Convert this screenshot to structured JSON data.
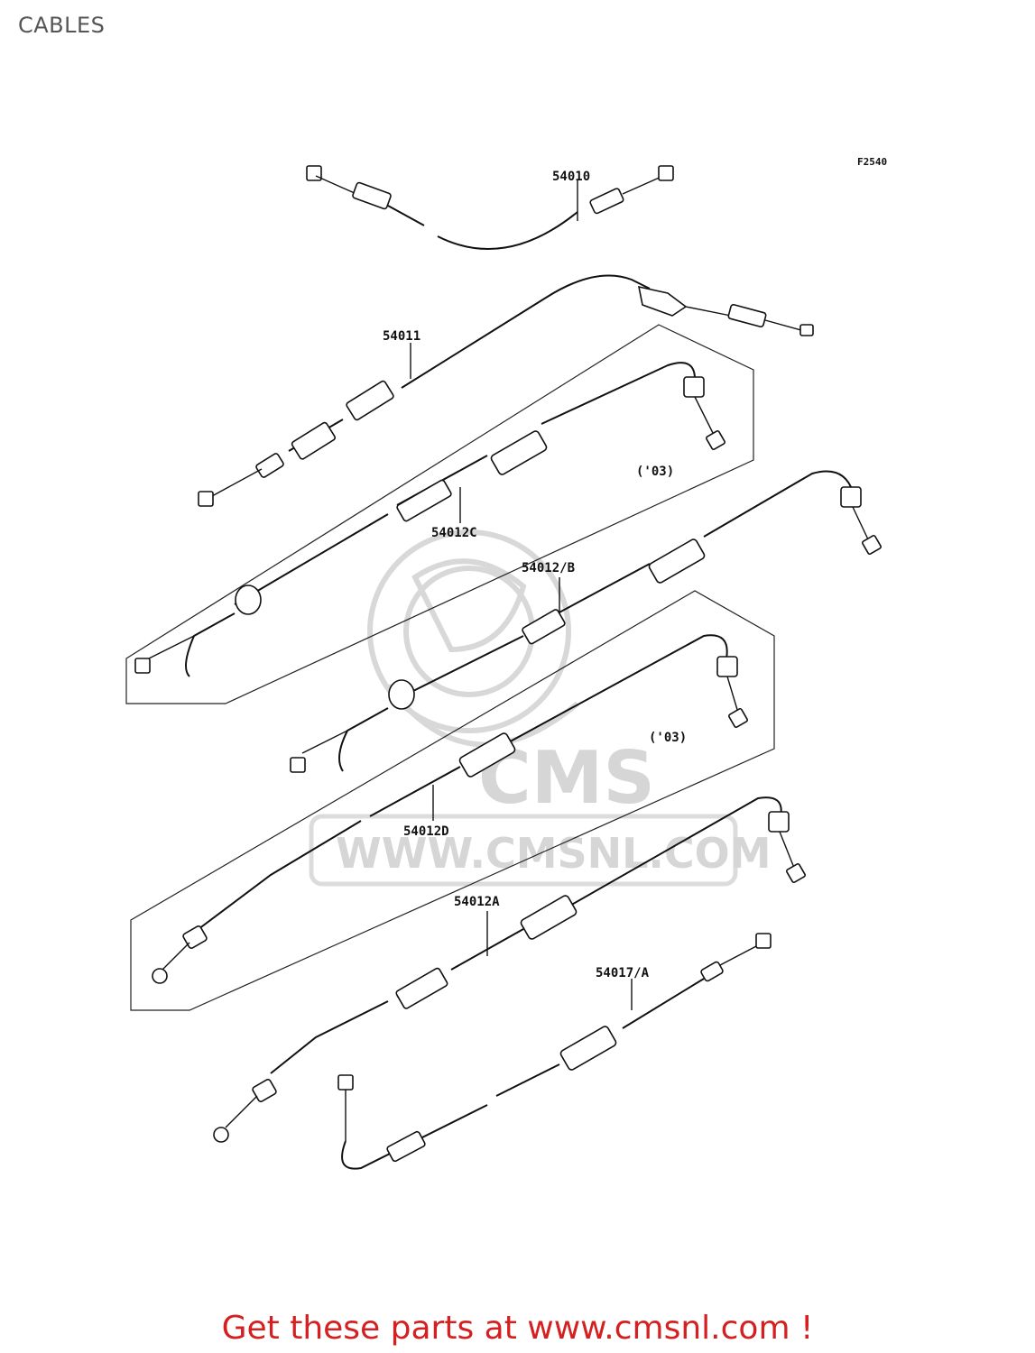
{
  "title": "CABLES",
  "figure_code": "F2540",
  "watermark": {
    "brand": "CMS",
    "url": "WWW.CMSNL.COM"
  },
  "parts": [
    {
      "part_no": "54010"
    },
    {
      "part_no": "54011"
    },
    {
      "part_no": "54012C"
    },
    {
      "part_no": "54012/B"
    },
    {
      "part_no": "54012D"
    },
    {
      "part_no": "54012A"
    },
    {
      "part_no": "54017/A"
    }
  ],
  "notes": [
    {
      "text": "('03)"
    },
    {
      "text": "('03)"
    }
  ],
  "footer": {
    "link_text": "Get these parts at www.cmsnl.com !",
    "link_color": "#d42020"
  }
}
